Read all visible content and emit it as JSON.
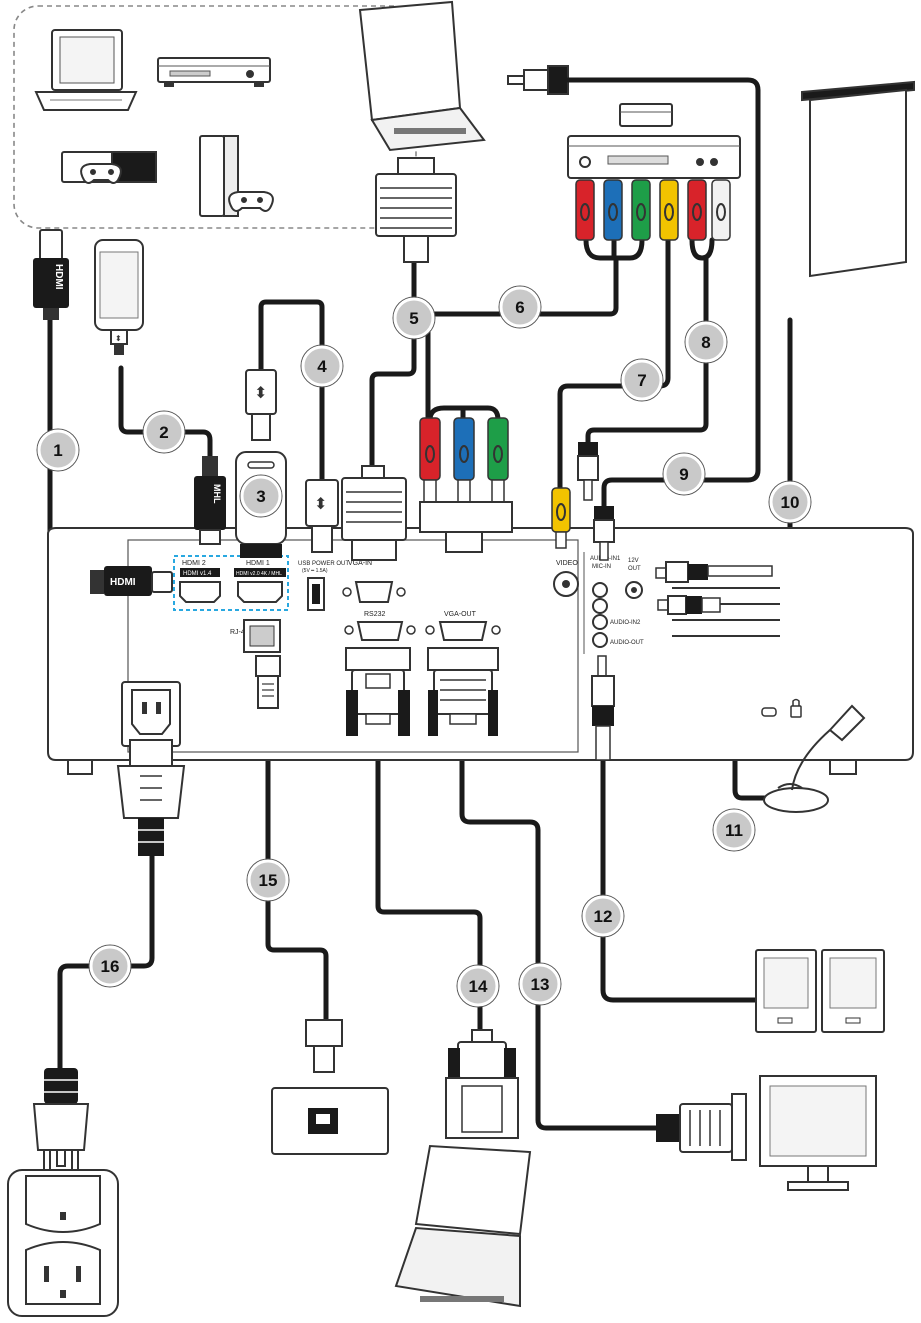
{
  "panel_labels": {
    "hdmi2": "HDMI 2",
    "hdmi2_version": "HDMI v1.4",
    "hdmi1": "HDMI 1",
    "hdmi1_version": "HDMI v2.0 4K / MHL",
    "usb_power_out": "USB POWER OUT",
    "usb_power_spec": "(5V ━ 1.5A)",
    "vga_in": "VGA-IN",
    "video": "VIDEO",
    "audio_in1": "AUDIO-IN1",
    "mic_in": "MIC-IN",
    "out_12v_a": "12V",
    "out_12v_b": "OUT",
    "audio_in2": "AUDIO-IN2",
    "audio_out": "AUDIO-OUT",
    "rj45": "RJ-45",
    "rs232": "RS232",
    "vga_out": "VGA-OUT"
  },
  "connector_glyphs": {
    "hdmi_plug_text": "HDMI",
    "mhl_plug_text": "MHL",
    "usb_symbol": "⬍"
  },
  "cables": [
    {
      "number": "1"
    },
    {
      "number": "2"
    },
    {
      "number": "3"
    },
    {
      "number": "4"
    },
    {
      "number": "5"
    },
    {
      "number": "6"
    },
    {
      "number": "7"
    },
    {
      "number": "8"
    },
    {
      "number": "9"
    },
    {
      "number": "10"
    },
    {
      "number": "11"
    },
    {
      "number": "12"
    },
    {
      "number": "13"
    },
    {
      "number": "14"
    },
    {
      "number": "15"
    },
    {
      "number": "16"
    }
  ],
  "colors": {
    "cable": "#1a1a1a",
    "highlight": "#29a8e0",
    "rca_red": "#d8232a",
    "rca_blue": "#1d6fb8",
    "rca_green": "#1e9e48",
    "rca_yellow": "#f2c300",
    "rca_white": "#f2f2f2",
    "badge_fill": "#c9c9c9",
    "outline": "#333333"
  },
  "icons": [
    "laptop-icon",
    "dvd-player-icon",
    "game-console-icon",
    "smartphone-icon",
    "usb-dongle-icon",
    "vga-connector-icon",
    "rca-plug-icon",
    "projection-screen-icon",
    "microphone-icon",
    "speaker-icon",
    "monitor-icon",
    "wall-outlet-icon",
    "ethernet-jack-icon",
    "power-plug-icon",
    "kensington-lock-icon"
  ]
}
